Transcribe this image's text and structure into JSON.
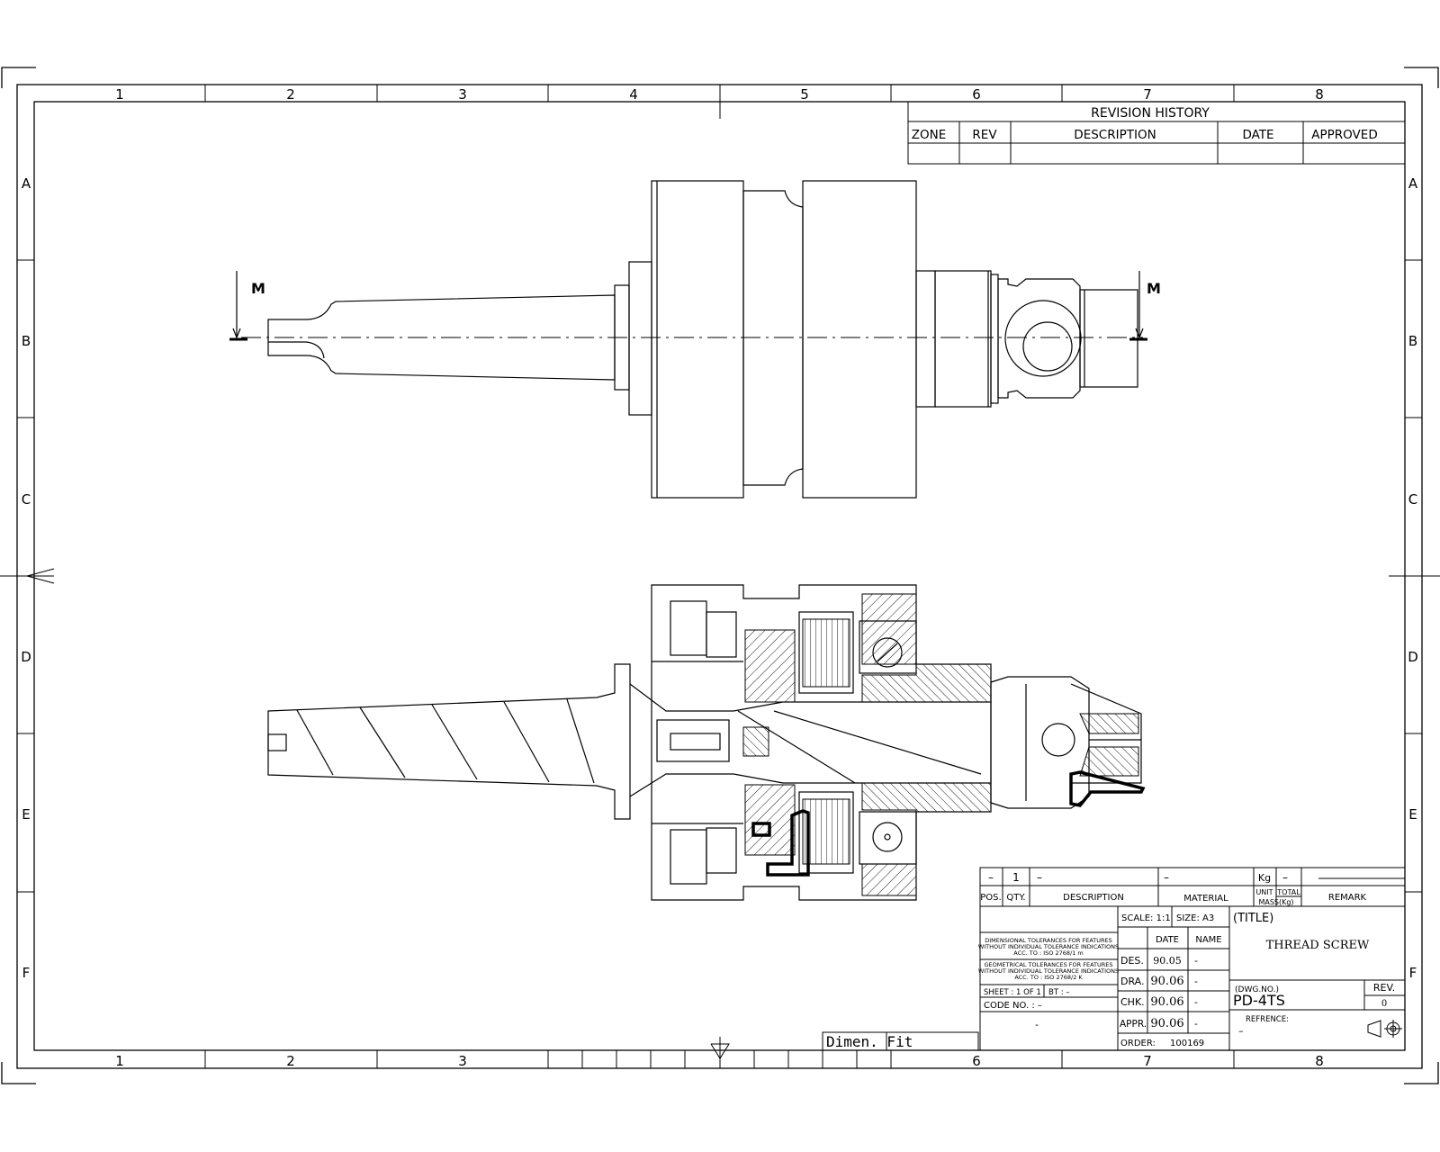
{
  "zones": {
    "columns": [
      "1",
      "2",
      "3",
      "4",
      "5",
      "6",
      "7",
      "8"
    ],
    "rows": [
      "A",
      "B",
      "C",
      "D",
      "E",
      "F"
    ]
  },
  "revision_history": {
    "title": "REVISION  HISTORY",
    "headers": [
      "ZONE",
      "REV",
      "DESCRIPTION",
      "DATE",
      "APPROVED"
    ]
  },
  "section_labels": {
    "left": "M",
    "right": "M"
  },
  "parts_list": {
    "row": {
      "pos": "–",
      "qty": "1",
      "description": "–",
      "material": "–",
      "unit": "Kg",
      "total": "–"
    },
    "headers": {
      "pos": "POS.",
      "qty": "QTY.",
      "description": "DESCRIPTION",
      "material": "MATERIAL",
      "unit": "UNIT",
      "total": "TOTAL",
      "mass": "MASS(Kg)",
      "remark": "REMARK"
    }
  },
  "title_block": {
    "tolerance_1": [
      "DIMENSIONAL TOLERANCES FOR FEATURES",
      "WITHOUT INDIVIDUAL TOLERANCE INDICATIONS",
      "ACC. TO : ISO 2768/1 m"
    ],
    "tolerance_2": [
      "GEOMETRICAL TOLERANCES FOR FEATURES",
      "WITHOUT INDIVIDUAL TOLERANCE INDICATIONS",
      "ACC. TO : ISO 2768/2 K"
    ],
    "sheet": "SHEET : 1 OF 1",
    "bt": "BT : –",
    "code_no": "CODE  NO.  : –",
    "dash": "-",
    "scale": "SCALE: 1:1",
    "size": "SIZE: A3",
    "date_header": "DATE",
    "name_header": "NAME",
    "sign_rows": [
      {
        "role": "DES.",
        "date": "90.05",
        "name": "-"
      },
      {
        "role": "DRA.",
        "date": "90.06",
        "name": "-"
      },
      {
        "role": "CHK.",
        "date": "90.06",
        "name": "-"
      },
      {
        "role": "APPR.",
        "date": "90.06",
        "name": "-"
      }
    ],
    "order_label": "ORDER:",
    "order_no": "100169",
    "title_label": "(TITLE)",
    "title": "THREAD SCREW",
    "dwg_label": "(DWG.NO.)",
    "dwg_no": "PD-4TS",
    "rev_label": "REV.",
    "rev_value": "0",
    "reference_label": "REFRENCE:",
    "reference_value": "–"
  },
  "dimen_fit": "Dimen. Fit"
}
